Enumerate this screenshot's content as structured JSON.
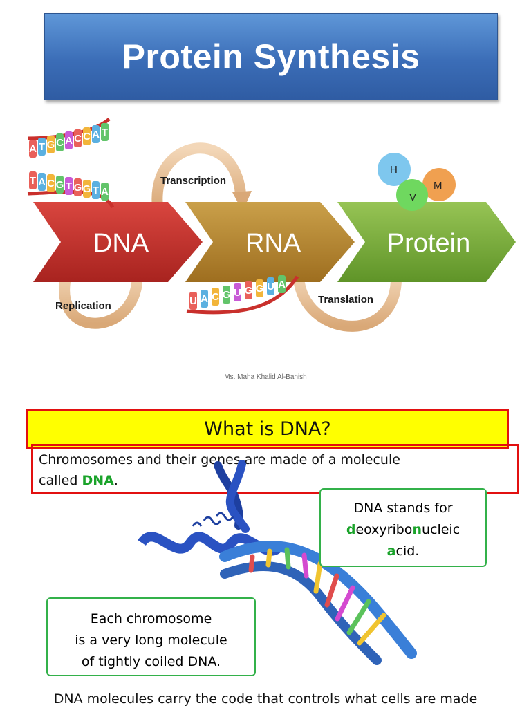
{
  "title": "Protein Synthesis",
  "diagram": {
    "stages": [
      "DNA",
      "RNA",
      "Protein"
    ],
    "processes": {
      "transcription": "Transcription",
      "replication": "Replication",
      "translation": "Translation"
    },
    "dna_top_strand": [
      "A",
      "T",
      "G",
      "C",
      "A",
      "C",
      "C",
      "A",
      "T"
    ],
    "dna_bottom_strand": [
      "T",
      "A",
      "C",
      "G",
      "T",
      "G",
      "G",
      "T",
      "A"
    ],
    "rna_strand": [
      "U",
      "A",
      "C",
      "G",
      "U",
      "G",
      "G",
      "U",
      "A"
    ],
    "amino_acids": [
      "H",
      "V",
      "M"
    ],
    "colors": {
      "dna": "#c9302c",
      "rna": "#b9862b",
      "protein": "#7cae3a"
    }
  },
  "author": "Ms. Maha Khalid Al-Bahish",
  "section": {
    "heading": "What is DNA?",
    "intro_part1": "Chromosomes and their genes are made of a molecule",
    "intro_part2": "called ",
    "intro_highlight": "DNA",
    "intro_end": ".",
    "stands_line1": "DNA stands for",
    "stands_d": "d",
    "stands_mid1": "eoxyribo",
    "stands_n": "n",
    "stands_mid2": "ucleic",
    "stands_a": "a",
    "stands_end": "cid.",
    "chromo_line1": "Each chromosome",
    "chromo_line2": "is a very long molecule",
    "chromo_line3": "of tightly coiled DNA.",
    "footer": "DNA molecules carry the code that controls what cells are made"
  }
}
